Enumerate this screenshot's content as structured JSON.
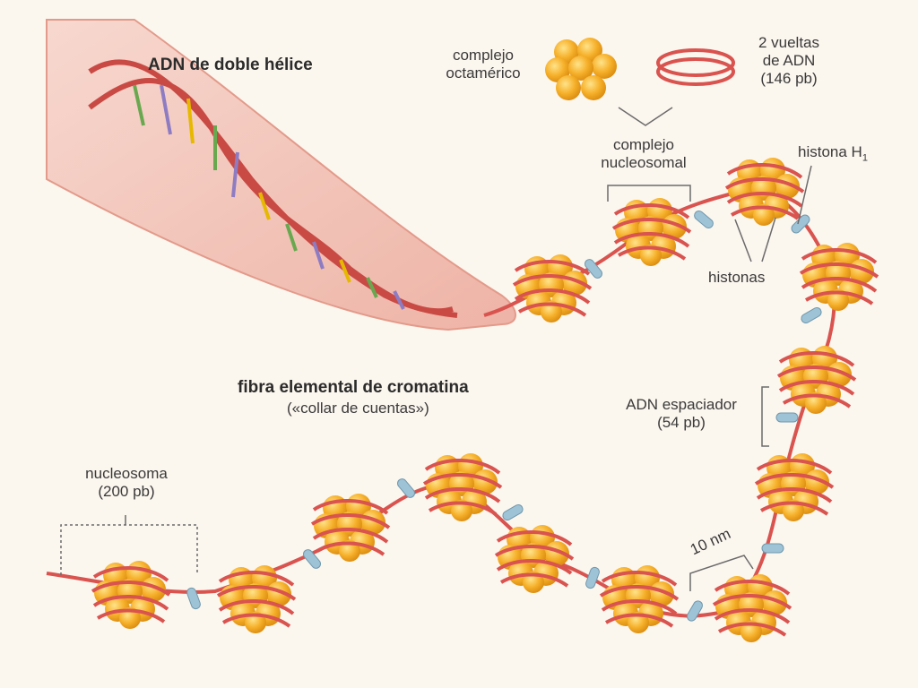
{
  "diagram": {
    "title_helix": "ADN de doble hélice",
    "octamer": [
      "complejo",
      "octamérico"
    ],
    "turns": [
      "2 vueltas",
      "de ADN",
      "(146 pb)"
    ],
    "nucleosomal": [
      "complejo",
      "nucleosomal"
    ],
    "h1": "histona H",
    "h1_sub": "1",
    "histones": "histonas",
    "fiber_title": "fibra elemental de cromatina",
    "fiber_subtitle": "(«collar de cuentas»)",
    "spacer": [
      "ADN espaciador",
      "(54 pb)"
    ],
    "nucleosome": [
      "nucleosoma",
      "(200 pb)"
    ],
    "width_10nm": "10 nm"
  },
  "colors": {
    "background": "#fbf6ee",
    "bead": "#f2a21a",
    "bead_light": "#ffd86a",
    "dna": "#d9534f",
    "linker": "#9fc3d6",
    "helix_tube": "#f3c9bd"
  }
}
